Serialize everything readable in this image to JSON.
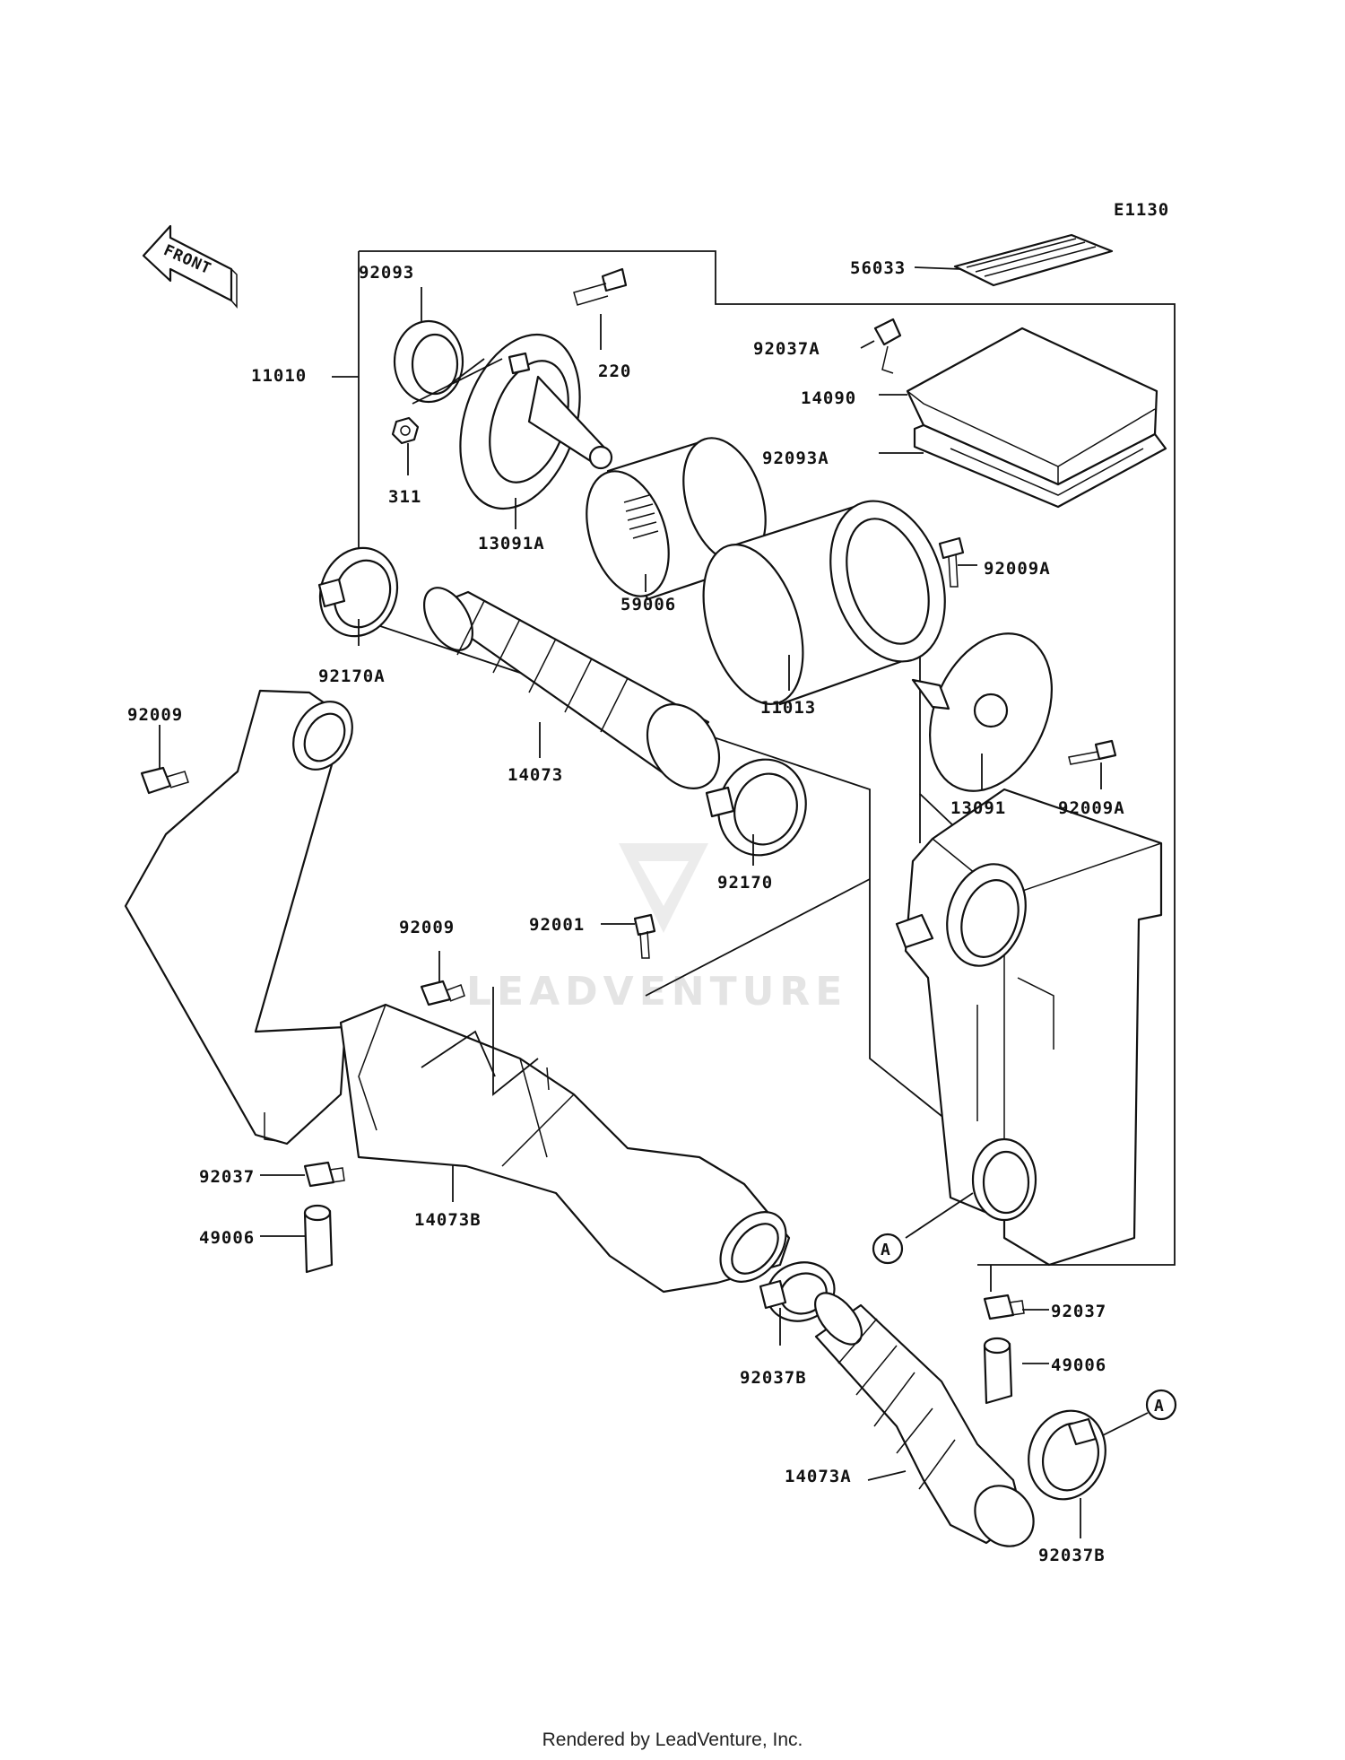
{
  "diagram_code": "E1130",
  "direction_label": "FRONT",
  "reference_marker": "A",
  "parts": {
    "p11010": "11010",
    "p92093": "92093",
    "p220": "220",
    "p311": "311",
    "p13091A": "13091A",
    "p59006": "59006",
    "p11013": "11013",
    "p56033": "56033",
    "p92037A": "92037A",
    "p14090": "14090",
    "p92093A": "92093A",
    "p92009A_top": "92009A",
    "p92009A_bottom": "92009A",
    "p13091": "13091",
    "p92170A": "92170A",
    "p14073": "14073",
    "p92170": "92170",
    "p92009_left": "92009",
    "p92009_mid": "92009",
    "p92001": "92001",
    "p92037_left": "92037",
    "p49006_left": "49006",
    "p14073B": "14073B",
    "p92037B_mid": "92037B",
    "p14073A": "14073A",
    "p92037_right": "92037",
    "p49006_right": "49006",
    "p92037B_right": "92037B"
  },
  "watermark": "LEADVENTURE",
  "footer": "Rendered by LeadVenture, Inc."
}
